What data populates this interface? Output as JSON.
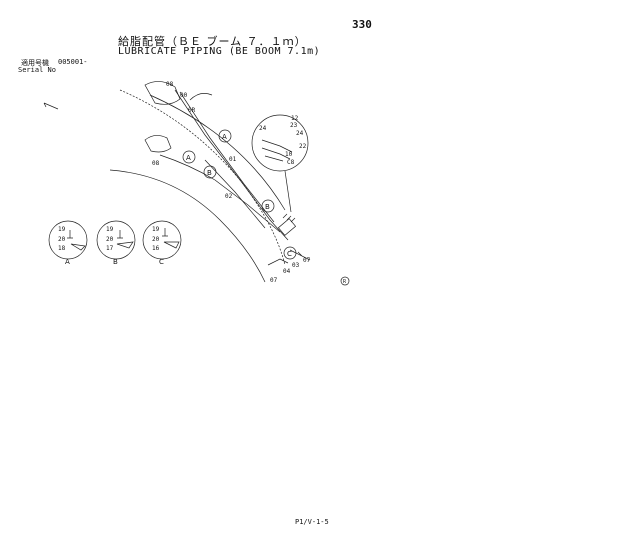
{
  "page_number": "330",
  "title_jp": "給脂配管（ＢＥ ブーム ７．１ｍ）",
  "title_en": "LUBRICATE PIPING (BE BOOM 7.1m)",
  "serial": {
    "label_jp": "適用号機",
    "value": "005001-",
    "label_en": "Serial No"
  },
  "footer": "P1/V-1-5",
  "callouts": {
    "c08a": "08",
    "c00": "00",
    "c0R": "0R",
    "c08b": "08",
    "c01": "01",
    "c02": "02",
    "c03": "03",
    "c04": "04",
    "c07a": "07",
    "c07b": "07",
    "d12": "12",
    "d23": "23",
    "d24a": "24",
    "d24b": "24",
    "d22": "22",
    "d10": "10",
    "dC8": "C8"
  },
  "markers": {
    "A": "A",
    "B": "B",
    "C": "C",
    "R": "R"
  },
  "details": {
    "A": {
      "n1": "19",
      "n2": "20",
      "n3": "18",
      "letter": "A"
    },
    "B": {
      "n1": "19",
      "n2": "20",
      "n3": "17",
      "letter": "B"
    },
    "C": {
      "n1": "19",
      "n2": "20",
      "n3": "16",
      "letter": "C"
    }
  }
}
